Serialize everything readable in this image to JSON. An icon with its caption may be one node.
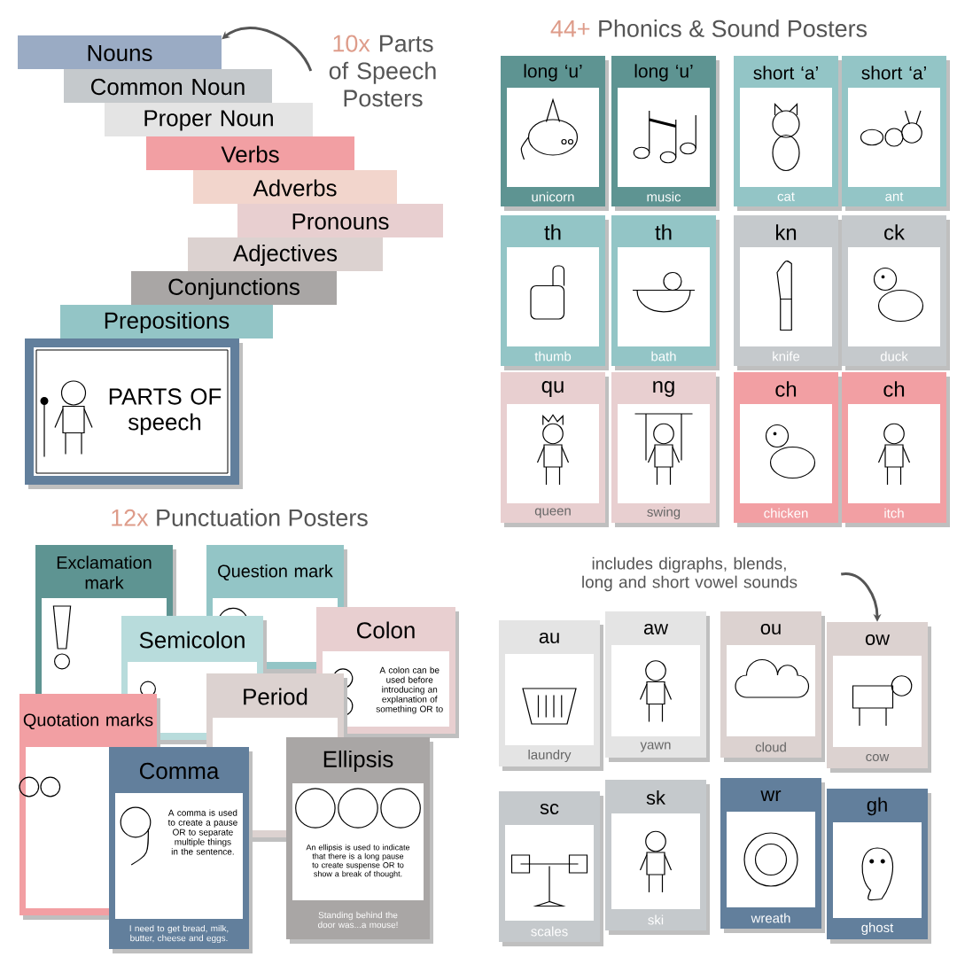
{
  "diagram": {
    "nodes": [
      {
        "text": [
          "10x",
          "Parts of Speech Posters"
        ]
      },
      {
        "text": [
          "Nouns"
        ]
      },
      {
        "text": [
          "Common Noun"
        ]
      },
      {
        "text": [
          "Proper Noun"
        ]
      },
      {
        "text": [
          "Verbs"
        ]
      },
      {
        "text": [
          "Adverbs"
        ]
      },
      {
        "text": [
          "Pronouns"
        ]
      },
      {
        "text": [
          "Adjectives"
        ]
      },
      {
        "text": [
          "Conjunctions"
        ]
      },
      {
        "text": [
          "Prepositions"
        ]
      },
      {
        "text": [
          "PARTS OF speech"
        ]
      },
      {
        "text": [
          "long ‘u’",
          "unicorn"
        ]
      },
      {
        "text": [
          "long ‘u’",
          "music"
        ]
      },
      {
        "text": [
          "short ‘a’",
          "cat"
        ]
      },
      {
        "text": [
          "short ‘a’",
          "ant"
        ]
      },
      {
        "text": [
          "th",
          "thumb"
        ]
      },
      {
        "text": [
          "th",
          "bath"
        ]
      },
      {
        "text": [
          "kn",
          "knife"
        ]
      },
      {
        "text": [
          "ck",
          "duck"
        ]
      },
      {
        "text": [
          "qu",
          "queen"
        ]
      },
      {
        "text": [
          "ng",
          "swing"
        ]
      },
      {
        "text": [
          "ch",
          "chicken"
        ]
      },
      {
        "text": [
          "ch",
          "itch"
        ]
      },
      {
        "text": [
          "Exclamation mark"
        ]
      },
      {
        "text": [
          "Question mark"
        ]
      },
      {
        "text": [
          "Semicolon"
        ]
      },
      {
        "text": [
          "Colon",
          "A colon can be used before introducing an explanation of something OR to"
        ]
      },
      {
        "text": [
          "Quotation marks"
        ]
      },
      {
        "text": [
          "Period"
        ]
      },
      {
        "text": [
          "Comma",
          "A comma is used to create a pause OR to separate multiple things in the sentence.",
          "I need to get bread, milk, butter, cheese and eggs."
        ]
      },
      {
        "text": [
          "Ellipsis",
          "An ellipsis is used to indicate that there is a long pause to create suspense OR to show a break of thought.",
          "Standing behind the door was...a mouse!"
        ]
      },
      {
        "text": [
          "includes digraphs, blends, long and short vowel sounds"
        ]
      },
      {
        "text": [
          "au",
          "laundry"
        ]
      },
      {
        "text": [
          "aw",
          "yawn"
        ]
      },
      {
        "text": [
          "ou",
          "cloud"
        ]
      },
      {
        "text": [
          "ow",
          "cow"
        ]
      },
      {
        "text": [
          "sc",
          "scales"
        ]
      },
      {
        "text": [
          "sk",
          "ski"
        ]
      },
      {
        "text": [
          "wr",
          "wreath"
        ]
      },
      {
        "text": [
          "gh",
          "ghost"
        ]
      }
    ],
    "edges": [
      {
        "from": 0,
        "to": 1,
        "arrow": "to"
      },
      {
        "from": 31,
        "to": 35,
        "arrow": "to"
      }
    ],
    "labels": [
      "44+",
      "Phonics & Sound Posters",
      "12x",
      "Punctuation Posters"
    ]
  }
}
